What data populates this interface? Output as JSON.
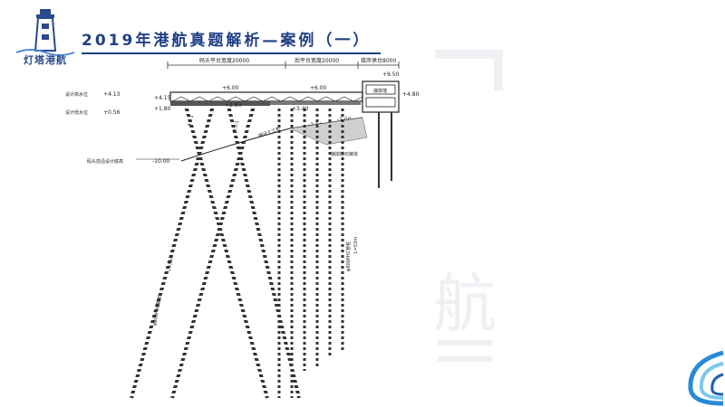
{
  "header": {
    "logo_text": "灯塔港航",
    "title": "2019年港航真题解析—案例（一）"
  },
  "watermark": {
    "char_main": "航"
  },
  "drawing": {
    "dimension_labels": [
      "码头平台宽度20000",
      "后平台宽度20000",
      "接岸承台8000"
    ],
    "elevations": [
      "+6.00",
      "+6.00",
      "+9.50",
      "+4.80",
      "+2.80",
      "+3.40",
      "-2.00",
      "-1.00",
      "+4.15",
      "+1.80",
      "+0.56",
      "+4.13",
      "-10.00"
    ],
    "side_labels": [
      "设计高水位",
      "设计低水位",
      "码头前沿设计底高"
    ],
    "notes": [
      "接岸墙",
      "4.5:1",
      "4.5:1",
      "接岸抛石棱体",
      "铺设土工布",
      "φ800PHC管桩",
      "φ800PHC管桩",
      "L=55m",
      "L=53m"
    ]
  }
}
